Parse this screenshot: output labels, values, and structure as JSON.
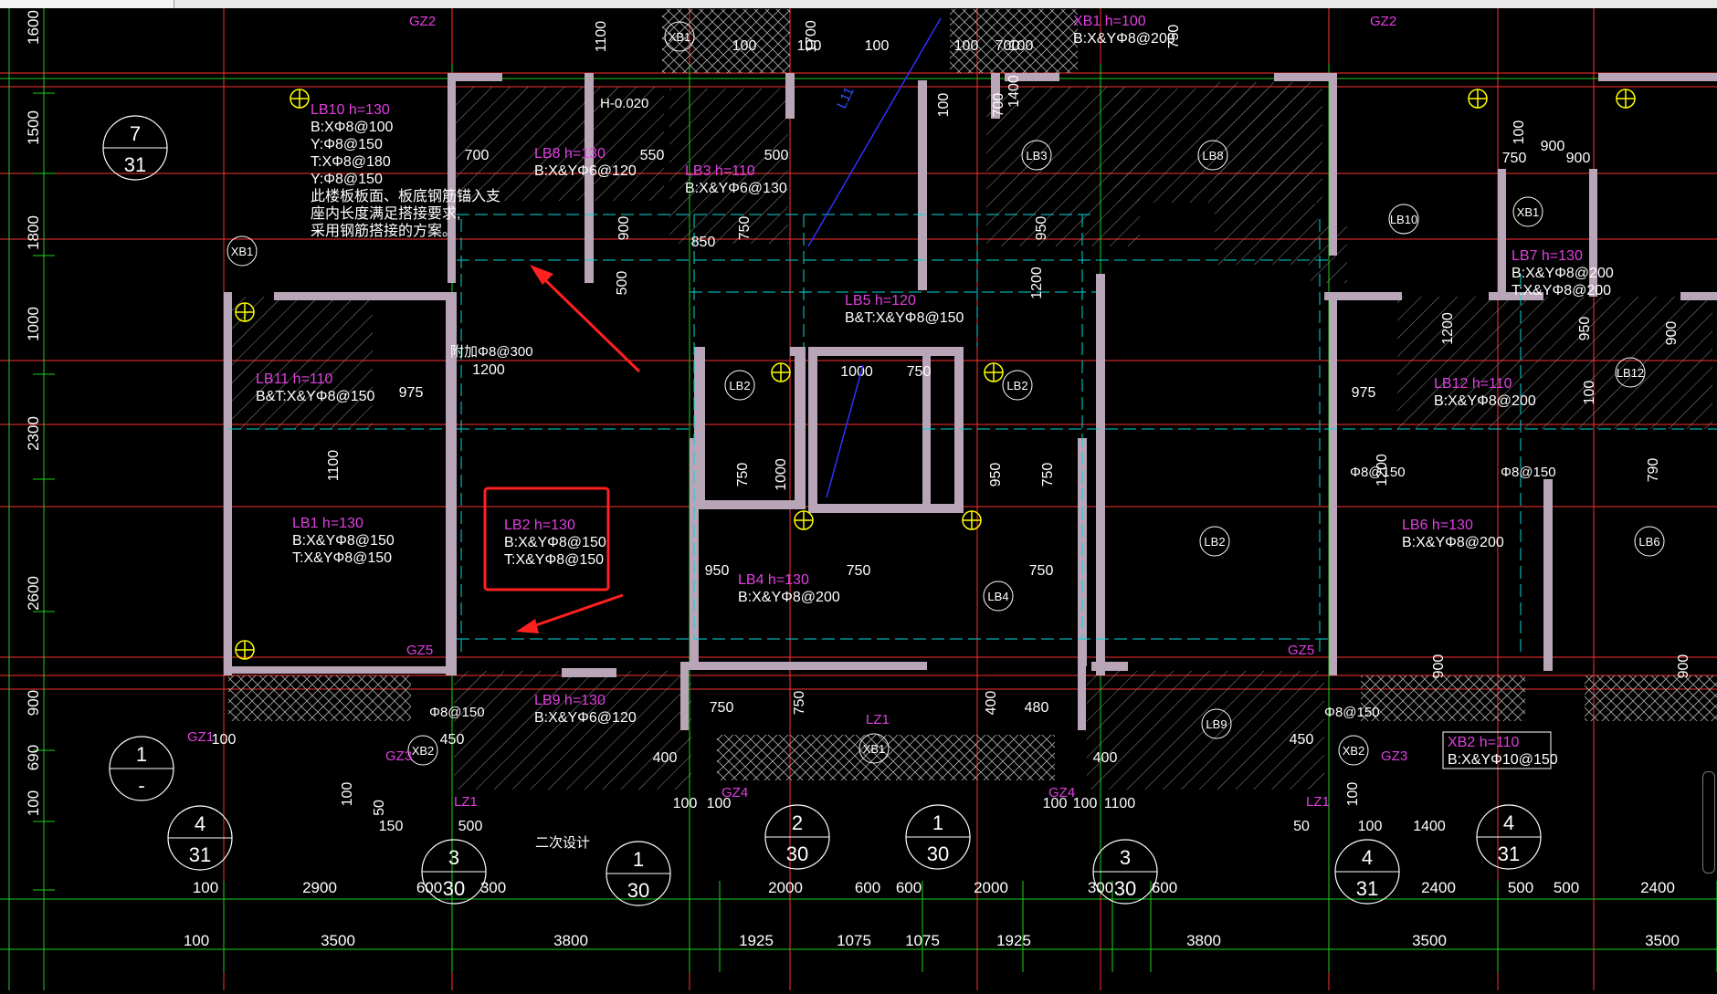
{
  "colors": {
    "background": "#000000",
    "axis": "#ff4444",
    "dim": "#19d219",
    "dimtext": "#ffffff",
    "wall": "#b8a6b8",
    "label_magenta": "#e040e0",
    "annotation_red": "#ff2020",
    "cyan": "#00e0e0",
    "yellow": "#ffff00",
    "hatch": "#9a9a9a"
  },
  "left_dims": [
    "1600",
    "1500",
    "1800",
    "1000",
    "2300",
    "2600",
    "900",
    "690",
    "100"
  ],
  "bottom_row1": [
    "100",
    "2900",
    "600",
    "300",
    "2000",
    "600",
    "600",
    "2000",
    "300",
    "600",
    "2400",
    "500",
    "500",
    "2400"
  ],
  "bottom_row2": [
    "100",
    "3500",
    "3800",
    "1925",
    "1075",
    "1075",
    "1925",
    "3800",
    "3500",
    "3500"
  ],
  "slabs": [
    {
      "name": "LB10 h=130",
      "lines": [
        "B:XΦ8@100",
        "Y:Φ8@150",
        "T:XΦ8@180",
        "Y:Φ8@150",
        "此楼板板面、板底钢筋锚入支",
        "座内长度满足搭接要求,",
        "采用钢筋搭接的方案。"
      ]
    },
    {
      "name": "LB8 h=130",
      "lines": [
        "B:X&YΦ6@120"
      ]
    },
    {
      "name": "LB3 h=110",
      "lines": [
        "B:X&YΦ6@130"
      ]
    },
    {
      "name": "LB11 h=110",
      "lines": [
        "B&T:X&YΦ8@150"
      ]
    },
    {
      "name": "LB5 h=120",
      "lines": [
        "B&T:X&YΦ8@150"
      ]
    },
    {
      "name": "LB1 h=130",
      "lines": [
        "B:X&YΦ8@150",
        "T:X&YΦ8@150"
      ]
    },
    {
      "name": "LB2 h=130",
      "lines": [
        "B:X&YΦ8@150",
        "T:X&YΦ8@150"
      ]
    },
    {
      "name": "LB4 h=130",
      "lines": [
        "B:X&YΦ8@200"
      ]
    },
    {
      "name": "LB9 h=130",
      "lines": [
        "B:X&YΦ6@120"
      ]
    },
    {
      "name": "LB12 h=110",
      "lines": [
        "B:X&YΦ8@200"
      ]
    },
    {
      "name": "LB6 h=130",
      "lines": [
        "B:X&YΦ8@200"
      ]
    },
    {
      "name": "LB7 h=130",
      "lines": [
        "B:X&YΦ8@200",
        "T:X&YΦ8@200"
      ]
    },
    {
      "name": "XB2 h=110",
      "lines": [
        "B:X&YΦ10@150"
      ]
    },
    {
      "name": "XB1 h=100",
      "lines": [
        "B:X&YΦ8@200"
      ]
    }
  ],
  "tags": [
    "LB3",
    "LB8",
    "LB10",
    "XB1",
    "LB2",
    "LB2",
    "LB12",
    "LB2",
    "LB4",
    "LB6",
    "LB9",
    "XB2",
    "XB2",
    "XB1",
    "XB1",
    "XB1"
  ],
  "grid_tags": [
    "GZ2",
    "GZ2",
    "GZ5",
    "GZ5",
    "GZ1",
    "GZ3",
    "GZ4",
    "GZ4",
    "GZ3",
    "LZ1",
    "LZ1",
    "LZ1"
  ],
  "details": [
    {
      "top": "7",
      "bottom": "31"
    },
    {
      "top": "1",
      "bottom": "-"
    },
    {
      "top": "4",
      "bottom": "31"
    },
    {
      "top": "3",
      "bottom": "30"
    },
    {
      "top": "1",
      "bottom": "30"
    },
    {
      "top": "2",
      "bottom": "30"
    },
    {
      "top": "1",
      "bottom": "30"
    },
    {
      "top": "3",
      "bottom": "30"
    },
    {
      "top": "4",
      "bottom": "31"
    },
    {
      "top": "4",
      "bottom": "31"
    }
  ],
  "misc": {
    "elev": "H-0.020",
    "addbar": "附加Φ8@300",
    "secondary": "二次设计",
    "phi150": "Φ8@150",
    "l11": "L11"
  },
  "inner_dims": [
    "700",
    "550",
    "500",
    "850",
    "750",
    "900",
    "500",
    "950",
    "1200",
    "1200",
    "975",
    "975",
    "1000",
    "750",
    "750",
    "1000",
    "950",
    "750",
    "950",
    "750",
    "750",
    "750",
    "750",
    "400",
    "480",
    "400",
    "400",
    "450",
    "450",
    "500",
    "50",
    "100",
    "50",
    "150",
    "100",
    "100",
    "100",
    "100",
    "100",
    "100",
    "100",
    "1100",
    "1400",
    "1100",
    "1700",
    "750",
    "100",
    "750",
    "900",
    "900",
    "900",
    "900",
    "1200",
    "950",
    "900",
    "790",
    "1200",
    "1100",
    "1400",
    "700",
    "100",
    "100",
    "100",
    "100",
    "100",
    "700",
    "100",
    "100"
  ]
}
